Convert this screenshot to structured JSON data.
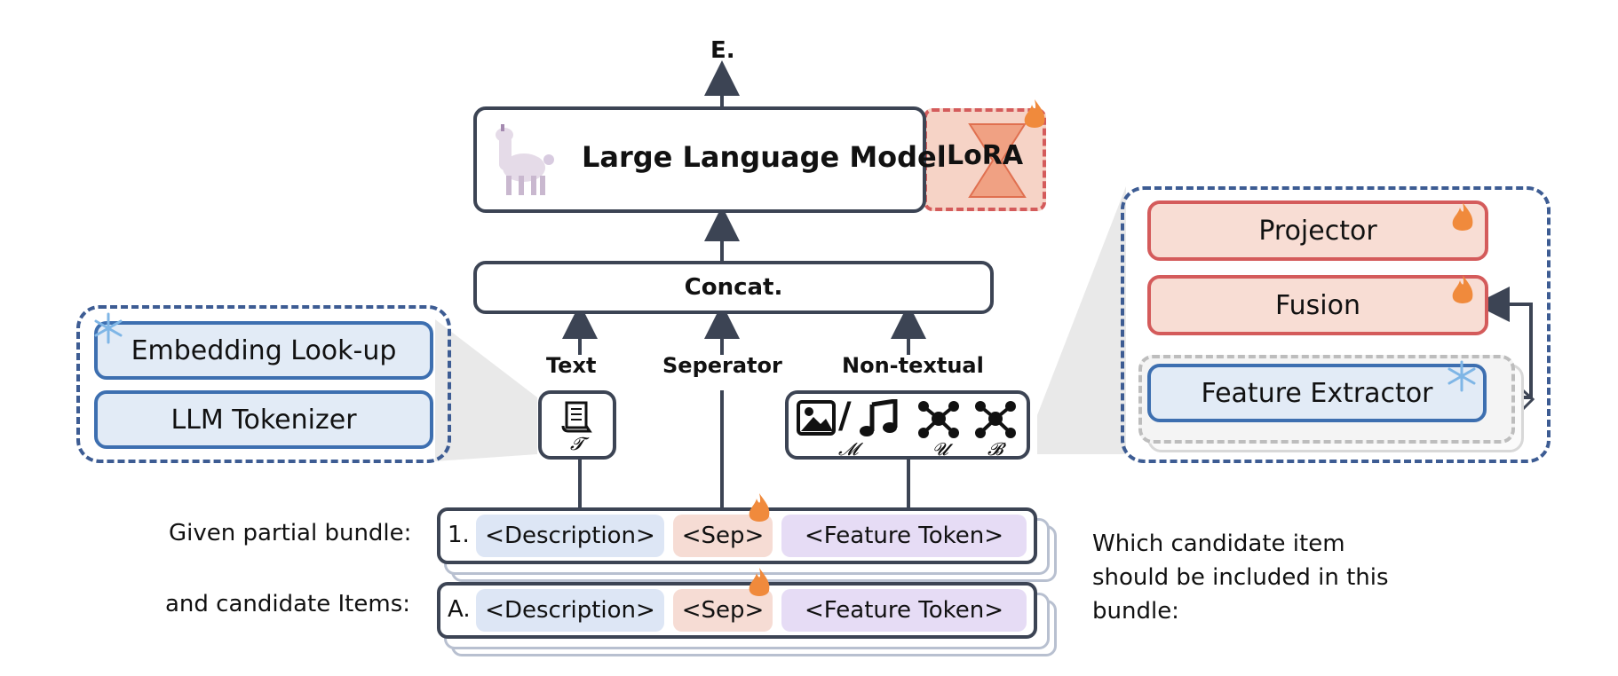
{
  "output": {
    "label": "E."
  },
  "llm": {
    "label": "Large Language Model",
    "icon": "llama-icon"
  },
  "lora": {
    "label": "LoRA",
    "icon": "flame-icon"
  },
  "concat": {
    "label": "Concat."
  },
  "streams": {
    "text": "Text",
    "separator": "Seperator",
    "nontextual": "Non-textual"
  },
  "text_encoder": {
    "embedding": "Embedding Look-up",
    "tokenizer": "LLM Tokenizer",
    "token_symbol": "𝓣"
  },
  "nontext_encoder": {
    "projector": "Projector",
    "fusion": "Fusion",
    "extractor": "Feature  Extractor",
    "symbols": [
      "𝓜",
      "𝓤",
      "𝓑"
    ],
    "divider": "/"
  },
  "bundle": {
    "prompt_given": "Given partial bundle:",
    "prompt_candidate": "and candidate Items:",
    "row1_index": "1.",
    "row2_index": "A.",
    "desc": "<Description>",
    "sep": "<Sep>",
    "feat": "<Feature Token>"
  },
  "question": {
    "line1": "Which candidate item",
    "line2": "should be included in this",
    "line3": "bundle:"
  },
  "colors": {
    "dark": "#3c4454",
    "blue": "#3d6fb0",
    "red": "#d45b5b",
    "flame": "#f08a3c"
  }
}
